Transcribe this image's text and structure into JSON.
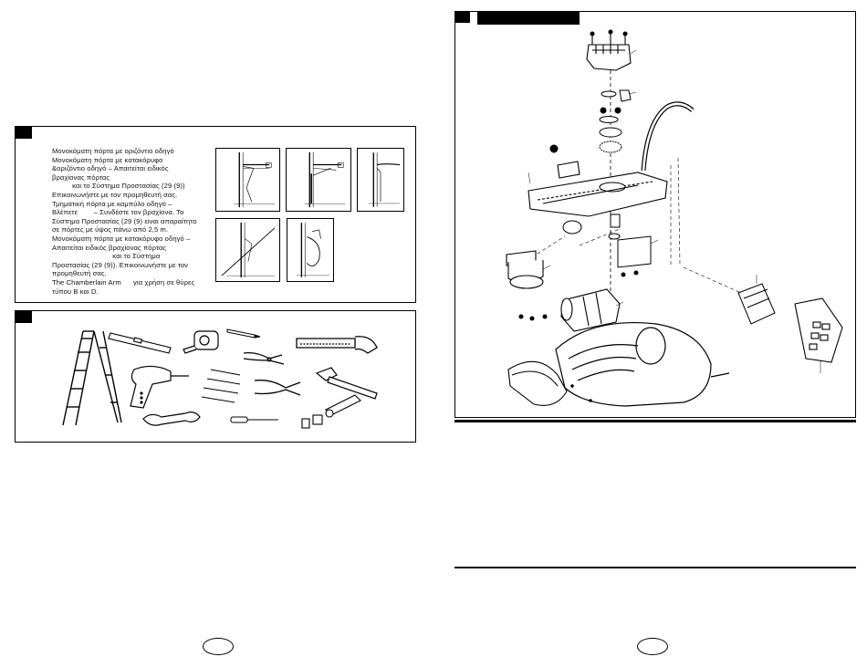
{
  "door_types": {
    "lines": [
      "Μονοκόματη πόρτα με οριζόντιο οδηγό",
      "Μονοκόματη πόρτα με κατακόρυφο",
      "&οριζόντιο οδηγό – Απαιτείται ειδικός",
      "βραχίονας πόρτας",
      "          και το Σύστημα Προστασίας (29 (9))",
      "Επικοινωνήστε με τον προμηθευτή σας.",
      "Τμηματική πόρτα με καμπύλο οδηγό –",
      "Βλέπετε        – Συνδέστε τον βραχίονα. Το",
      "Σύστημα Προστασίας (29 (9) είναι απαραίτητο",
      "σε πόρτες με ύψος πάνω από 2,5 m.",
      "Μονοκόματη πόρτα με κατακόρυφο οδηγό –",
      "Απαιτείται ειδικός βραχίονας πόρτας",
      "                              και το Σύστημα",
      "Προστασίας (29 (9)). Επικοινωνήστε με τον",
      "προμηθευτή σας.",
      "The Chamberlain Arm      για χρήση σε θύρες",
      "τύπου B και D."
    ]
  },
  "icons": {
    "section_tag": "black-tab-marker",
    "tools": [
      "step-ladder",
      "level",
      "tape-measure",
      "pencil",
      "pliers",
      "hacksaw",
      "power-drill",
      "drill-bits",
      "wire-cutters",
      "hammer",
      "wrench",
      "screwdriver",
      "socket-set"
    ],
    "exploded_view": "opener-exploded-diagram",
    "page_marker": "language-oval"
  },
  "colors": {
    "ink": "#000000",
    "paper": "#ffffff"
  }
}
